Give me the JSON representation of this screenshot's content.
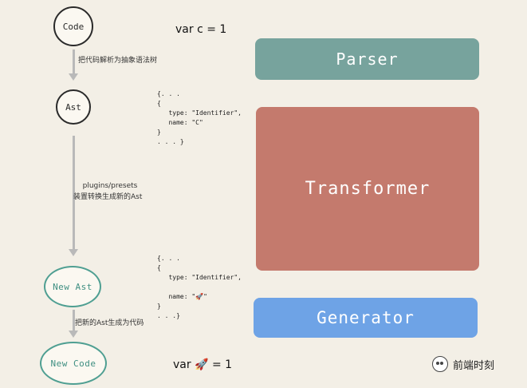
{
  "nodes": {
    "code": "Code",
    "ast": "Ast",
    "new_ast": "New  Ast",
    "new_code": "New  Code"
  },
  "steps": {
    "parse": "把代码解析为抽象语法树",
    "transform_line1": "plugins/presets",
    "transform_line2": "装置转换生成新的Ast",
    "generate": "把新的Ast生成为代码"
  },
  "source_code": "var c = 1",
  "output_code": "var 🚀 = 1",
  "ast_snippet": "{. . .\n{\n   type: \"Identifier\",\n   name: \"C\"\n}\n. . . }",
  "new_ast_snippet": "{. . .\n{\n   type: \"Identifier\",\n\n   name: \"🚀\"\n}\n. . .}",
  "stages": {
    "parser": "Parser",
    "transformer": "Transformer",
    "generator": "Generator"
  },
  "colors": {
    "parser": "#77a39d",
    "transformer": "#c47a6d",
    "generator": "#6ea3e6",
    "teal_ring": "#4f9f92"
  },
  "watermark": {
    "icon": "wechat-icon",
    "text": "前端时刻"
  }
}
